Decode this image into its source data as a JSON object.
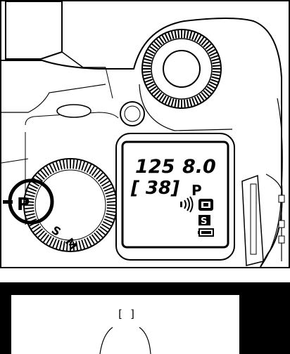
{
  "lcd": {
    "shutter_speed": "125",
    "aperture": "8.0",
    "frames_remaining": "[ 38]",
    "mode": "P",
    "af_mode_symbol": "S"
  },
  "mode_dial": {
    "highlighted_mode": "P",
    "visible_modes": [
      "S",
      "M"
    ]
  },
  "viewfinder": {
    "af_frame_label": "[ ]"
  }
}
